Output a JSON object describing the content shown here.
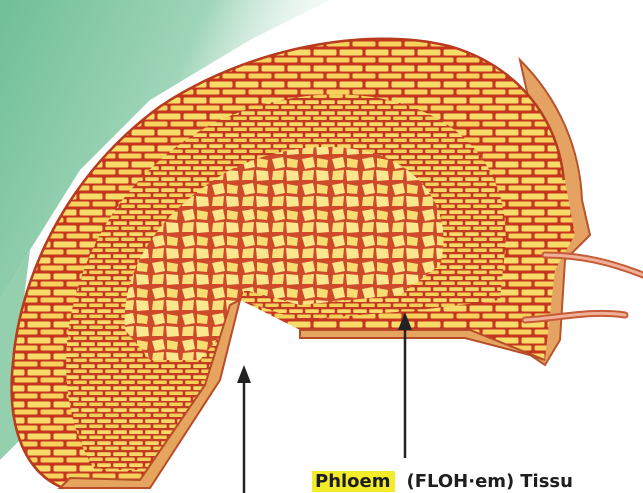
{
  "label": {
    "term": "Phloem",
    "pronunciation": "(FLOH·em)",
    "suffix": "Tissu"
  },
  "colors": {
    "background_green": "#7fc5a1",
    "outer_red": "#d9482a",
    "cell_yellow": "#f9e27a",
    "highlight": "#f3ec2a"
  }
}
